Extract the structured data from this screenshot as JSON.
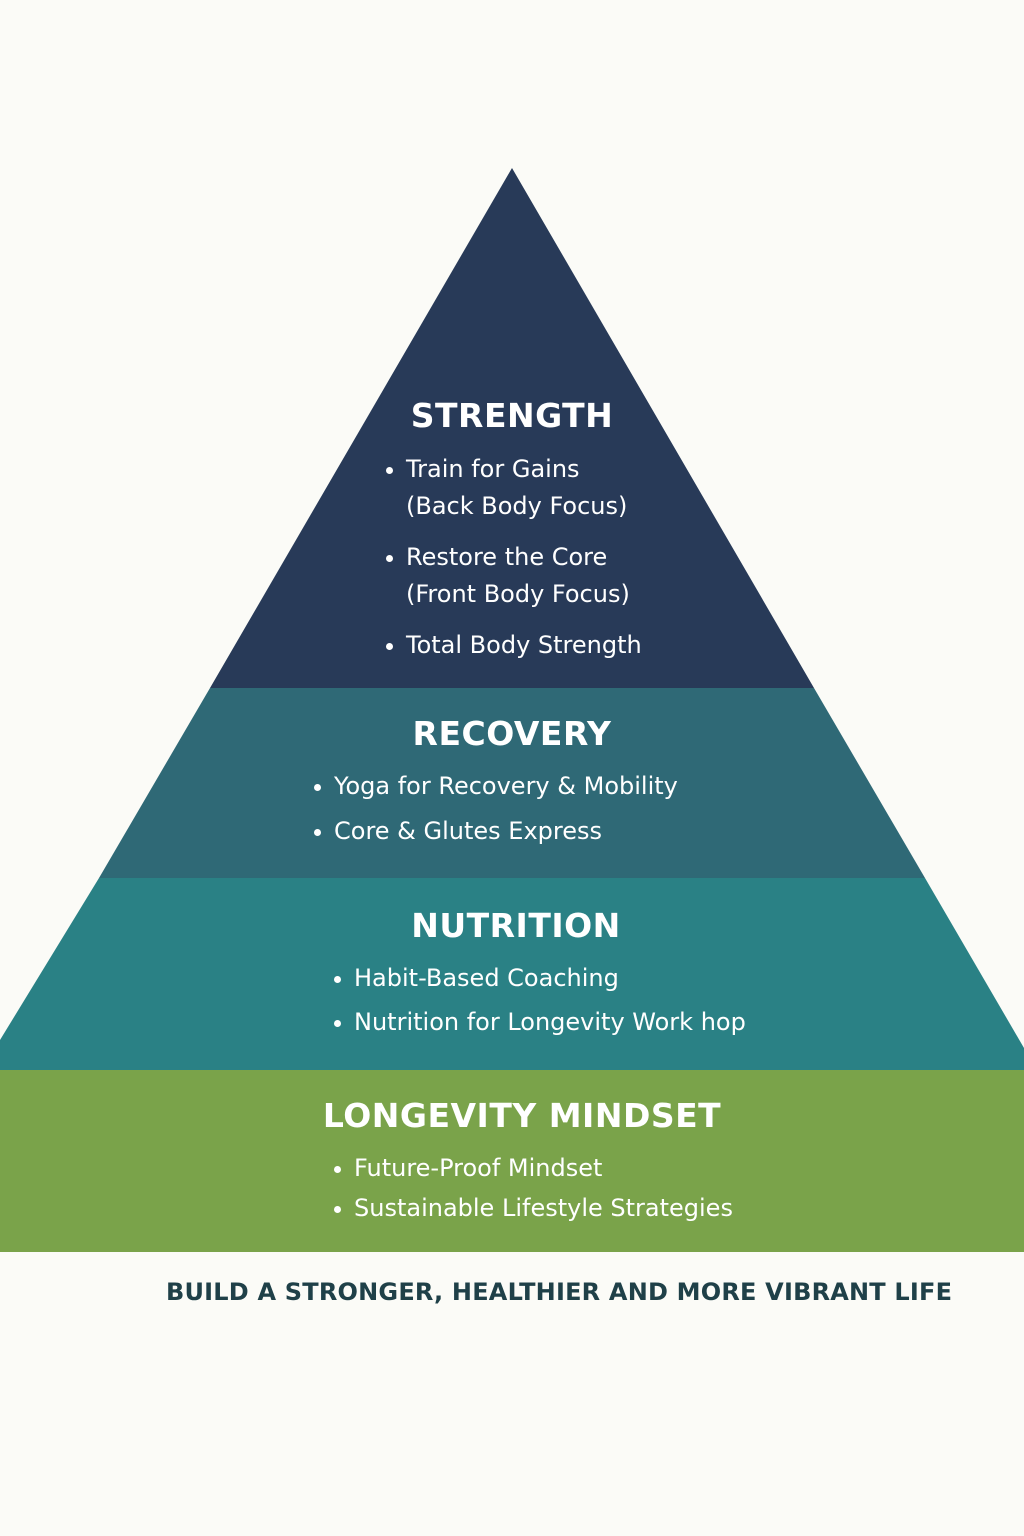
{
  "pyramid": {
    "tiers": [
      {
        "title": "STRENGTH",
        "color": "#283a58",
        "items": [
          "Train for Gains\n(Back Body Focus)",
          "Restore the Core\n(Front Body Focus)",
          "Total Body Strength"
        ]
      },
      {
        "title": "RECOVERY",
        "color": "#2f6976",
        "items": [
          "Yoga for Recovery & Mobility",
          "Core & Glutes Express"
        ]
      },
      {
        "title": "NUTRITION",
        "color": "#2a8185",
        "items": [
          "Habit-Based Coaching",
          "Nutrition for Longevity Work hop"
        ]
      },
      {
        "title": "LONGEVITY MINDSET",
        "color": "#7aa34a",
        "items": [
          "Future-Proof Mindset",
          "Sustainable Lifestyle Strategies"
        ]
      }
    ]
  },
  "tagline": "BUILD A STRONGER, HEALTHIER AND MORE VIBRANT LIFE"
}
